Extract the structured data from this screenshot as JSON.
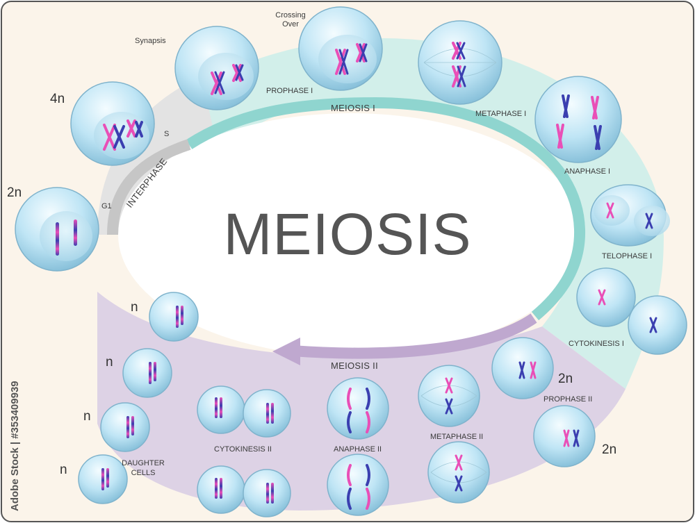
{
  "title": "MEIOSIS",
  "stage_labels": {
    "g1": "G1",
    "s": "S",
    "synapsis": "Synapsis",
    "crossing_line1": "Crossing",
    "crossing_line2": "Over",
    "prophase1": "PROPHASE I",
    "metaphase1": "METAPHASE I",
    "anaphase1": "ANAPHASE I",
    "telophase1": "TELOPHASE I",
    "cytokinesis1": "CYTOKINESIS I",
    "prophase2": "PROPHASE II",
    "metaphase2": "METAPHASE II",
    "anaphase2": "ANAPHASE II",
    "cytokinesis2": "CYTOKINESIS II",
    "daughter_line1": "DAUGHTER",
    "daughter_line2": "CELLS"
  },
  "band_labels": {
    "interphase": "INTERPHASE",
    "meiosis1": "MEIOSIS I",
    "meiosis2": "MEIOSIS II"
  },
  "ploidy": {
    "g1": "2n",
    "s": "4n",
    "prophase2_top": "2n",
    "prophase2_bottom": "2n",
    "daughter1": "n",
    "daughter2": "n",
    "daughter3": "n",
    "daughter4": "n"
  },
  "watermark": "Adobe Stock | #353409939",
  "colors": {
    "background": "#fbf4ea",
    "interphase_band": "#e3e3e3",
    "meiosis1_band": "#d2efea",
    "meiosis2_band": "#ddd2e5",
    "meiosis1_arrow": "#8fd5cf",
    "meiosis2_arrow": "#bfa8cf",
    "interphase_arrow": "#c6c6c6",
    "chromosome_pink": "#e94fb7",
    "chromosome_blue": "#3b3fb0"
  }
}
